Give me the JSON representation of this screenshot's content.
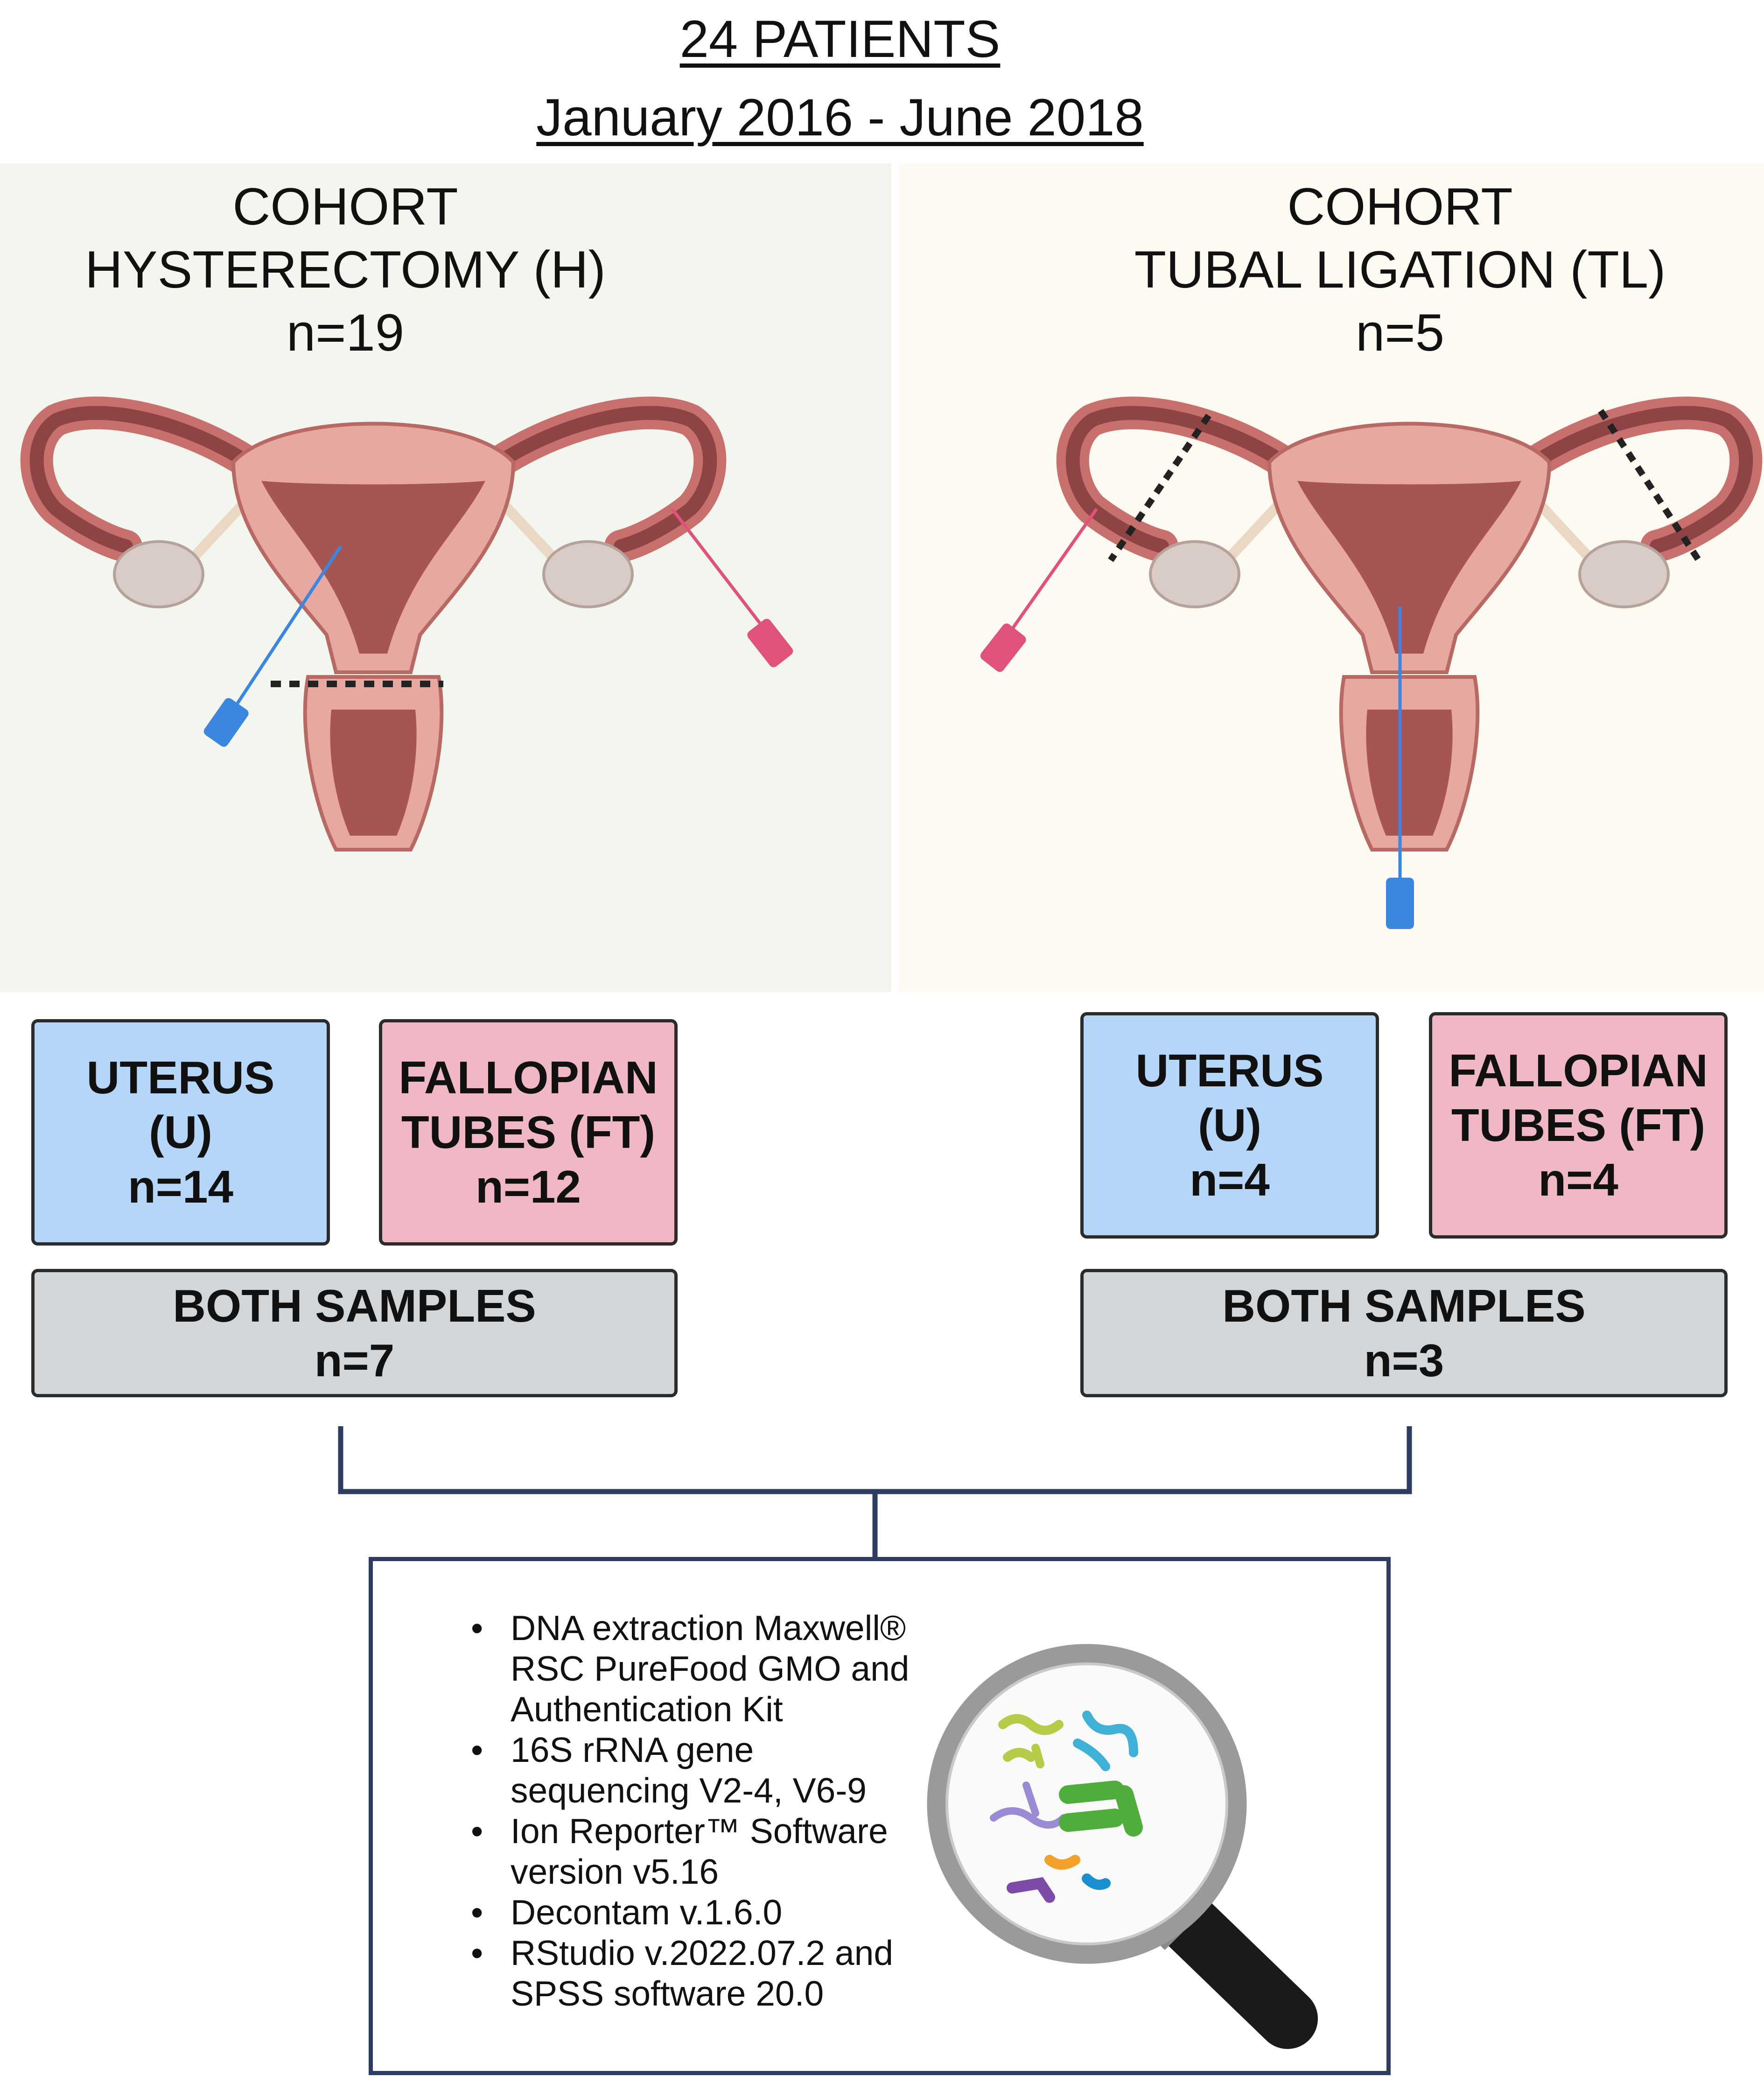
{
  "title": {
    "line1": "24 PATIENTS",
    "line2": "January 2016 - June 2018"
  },
  "cohorts": [
    {
      "label": "COHORT",
      "name": "HYSTERECTOMY (H)",
      "n": "n=19",
      "uterus": {
        "line1": "UTERUS",
        "line2": "(U)",
        "n": "n=14"
      },
      "tubes": {
        "line1": "FALLOPIAN",
        "line2": "TUBES (FT)",
        "n": "n=12"
      },
      "both": {
        "label": "BOTH SAMPLES",
        "n": "n=7"
      }
    },
    {
      "label": "COHORT",
      "name": "TUBAL LIGATION (TL)",
      "n": "n=5",
      "uterus": {
        "line1": "UTERUS",
        "line2": "(U)",
        "n": "n=4"
      },
      "tubes": {
        "line1": "FALLOPIAN",
        "line2": "TUBES (FT)",
        "n": "n=4"
      },
      "both": {
        "label": "BOTH SAMPLES",
        "n": "n=3"
      }
    }
  ],
  "methods": [
    {
      "line1": "DNA extraction Maxwell®",
      "line2": "RSC PureFood GMO and",
      "line3": "Authentication Kit"
    },
    {
      "line1": "16S rRNA gene",
      "line2": "sequencing V2-4, V6-9"
    },
    {
      "line1": "Ion Reporter™ Software",
      "line2": "version v5.16"
    },
    {
      "line1": "Decontam v.1.6.0"
    },
    {
      "line1": "RStudio v.2022.07.2 and",
      "line2": "SPSS software 20.0"
    }
  ],
  "colors": {
    "uterus_box": "#b5d6f8",
    "tubes_box": "#f0b8c5",
    "both_box": "#d2d6d8",
    "connector": "#2e3c63",
    "uterus_sample_needle": "#3c86e0",
    "tube_sample_needle": "#e05379"
  }
}
